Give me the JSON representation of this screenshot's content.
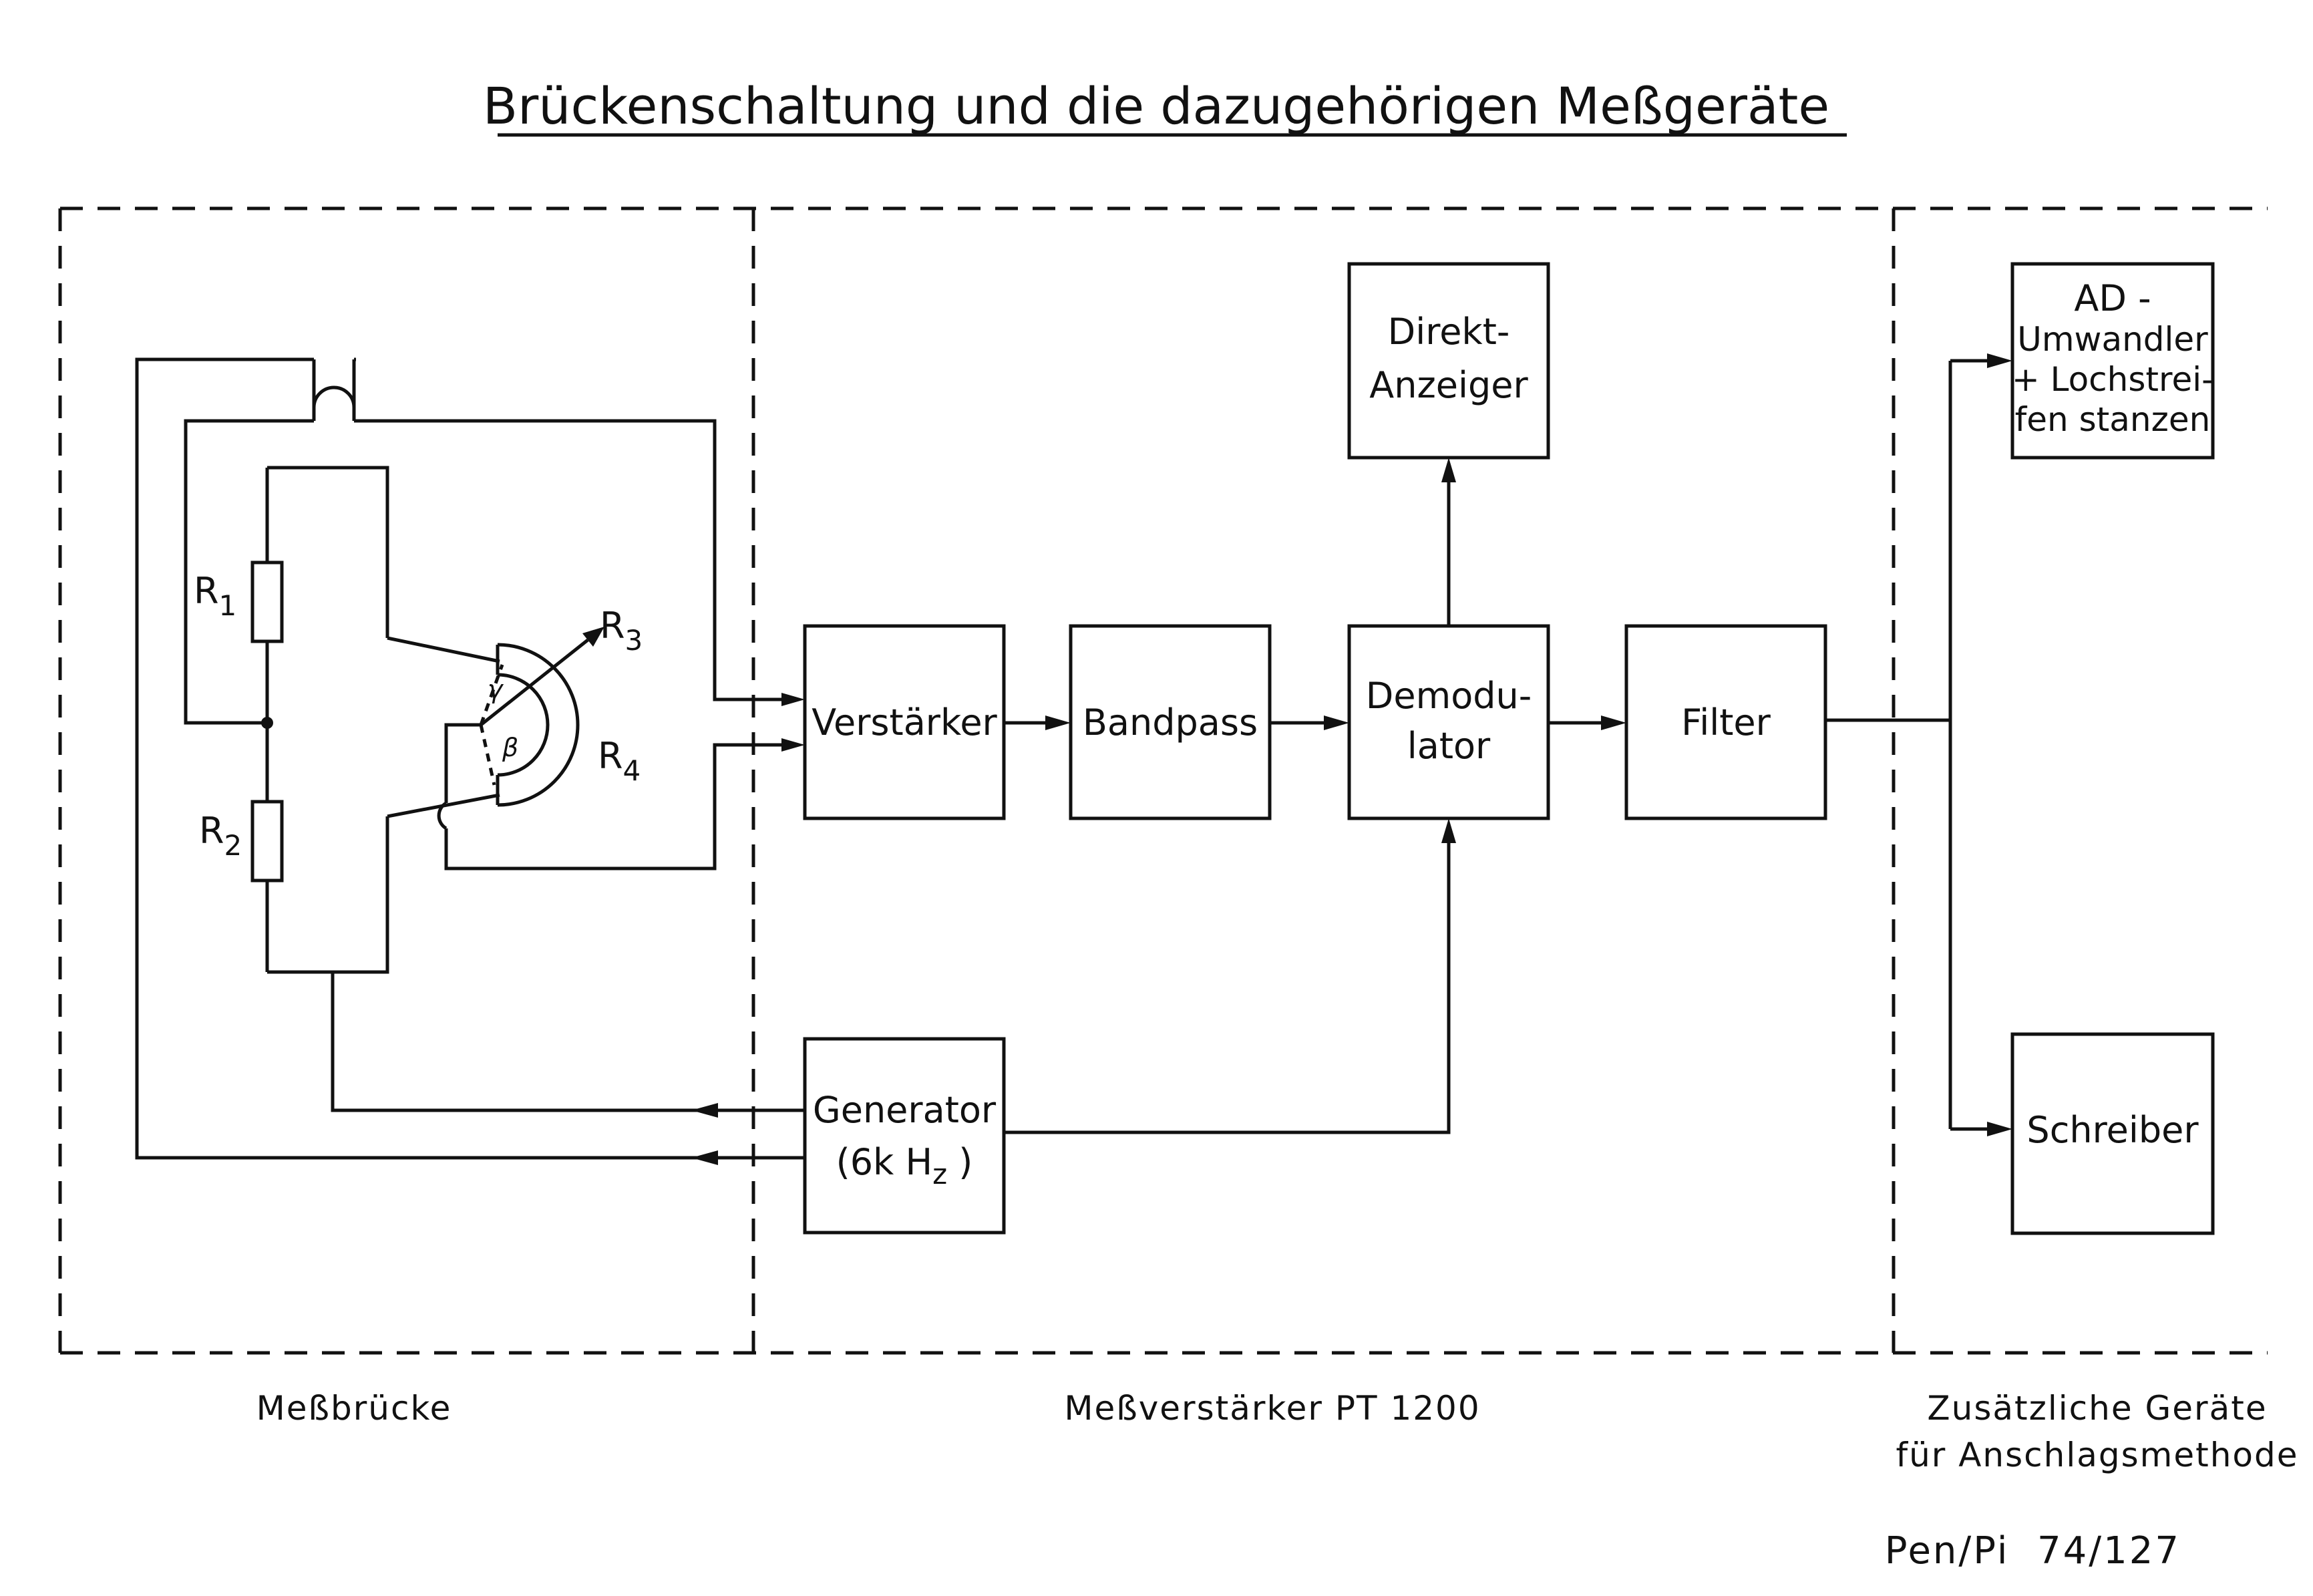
{
  "title": "Brückenschaltung und die dazugehörigen Meßgeräte",
  "sections": {
    "bridge": "Meßbrücke",
    "amplifier": "Meßverstärker PT 1200",
    "extra_line1": "Zusätzliche Geräte",
    "extra_line2": "für Anschlagsmethode"
  },
  "resistors": {
    "r1": "R",
    "r1_sub": "1",
    "r2": "R",
    "r2_sub": "2",
    "r3": "R",
    "r3_sub": "3",
    "r4": "R",
    "r4_sub": "4"
  },
  "angles": {
    "gamma": "γ",
    "beta": "β"
  },
  "blocks": {
    "verstaerker": "Verstärker",
    "bandpass": "Bandpass",
    "demodulator_line1": "Demodu-",
    "demodulator_line2": "lator",
    "filter": "Filter",
    "direkt_line1": "Direkt-",
    "direkt_line2": "Anzeiger",
    "generator_line1": "Generator",
    "generator_line2": "(6k H",
    "generator_sub": "z",
    "generator_close": " )",
    "ad_line1": "AD -",
    "ad_line2": "Umwandler",
    "ad_line3": "+ Lochstrei-",
    "ad_line4": "fen stanzen",
    "schreiber": "Schreiber"
  },
  "reference": "Pen/Pi  74/127"
}
